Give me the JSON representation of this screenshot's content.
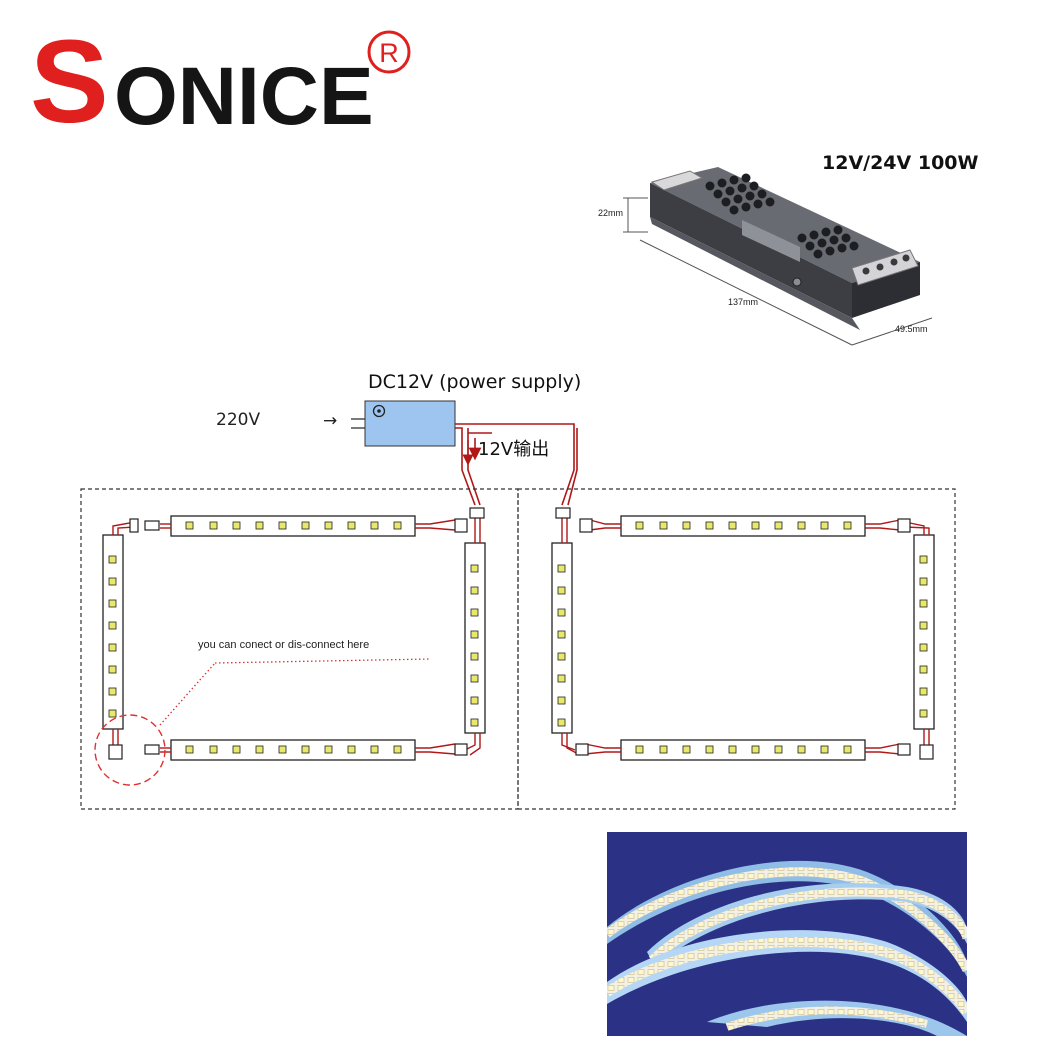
{
  "brand": {
    "logo_text": "SONICE",
    "registered_mark": "R",
    "logo_color": "#e0201e"
  },
  "power_supply": {
    "title": "12V/24V 100W",
    "dim_height": "22mm",
    "dim_length": "137mm",
    "dim_width": "49.5mm"
  },
  "diagram": {
    "supply_label": "DC12V  (power supply)",
    "input_label": "220V",
    "input_arrow": "→",
    "output_label": "12V输出",
    "note": "you can  conect or dis-connect here",
    "colors": {
      "supply_box": "#9ec4f0",
      "wire": "#b01818",
      "highlight": "#e03030",
      "led": "#e8e86a"
    }
  }
}
